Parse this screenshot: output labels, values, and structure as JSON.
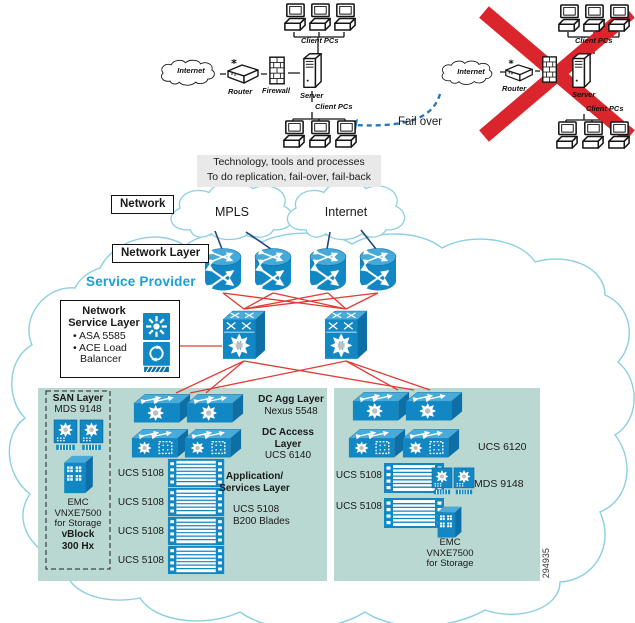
{
  "colors": {
    "cisco_blue": "#1187c3",
    "cisco_blue_light": "#48abd9",
    "cisco_blue_dark": "#0d6fa5",
    "green_panel": "#b9d8d2",
    "red_line": "#e23a34",
    "red_x": "#d9252b",
    "cloud_stroke": "#8ccfe3",
    "dark_blue_line": "#26477e",
    "failover_blue": "#2878b8",
    "teal_text": "#18a0d4",
    "gray_box_bg": "#e9e9e9"
  },
  "sites": {
    "left": {
      "clients_top": "Client PCs",
      "clients_bottom": "Client PCs",
      "internet": "Internet",
      "router": "Router",
      "firewall": "Firewall",
      "server": "Server"
    },
    "right": {
      "clients_top": "Client PCs",
      "clients_bottom": "Client PCs",
      "internet": "Internet",
      "router": "Router",
      "server": "Server"
    }
  },
  "failover_label": "Fail over",
  "process_box": {
    "line1": "Technology, tools and processes",
    "line2": "To do replication, fail-over, fail-back"
  },
  "network_label": "Network",
  "network_layer_label": "Network Layer",
  "wan_clouds": {
    "mpls": "MPLS",
    "internet": "Internet"
  },
  "service_provider_label": "Service Provider",
  "network_service_layer": {
    "title_line1": "Network",
    "title_line2": "Service Layer",
    "bullet1": "• ASA 5585",
    "bullet2": "• ACE Load Balancer"
  },
  "left_dc": {
    "san_title": "SAN Layer",
    "san_model": "MDS 9148",
    "storage_line1": "EMC",
    "storage_line2": "VNXE7500",
    "storage_line3": "for Storage",
    "vblock_line1": "vBlock",
    "vblock_line2": "300 Hx",
    "agg_line1": "DC Agg Layer",
    "agg_line2": "Nexus 5548",
    "access_line1": "DC Access",
    "access_line2": "Layer",
    "access_line3": "UCS 6140",
    "app_line1": "Application/",
    "app_line2": "Services Layer",
    "blades_line1": "UCS 5108",
    "blades_line2": "B200 Blades",
    "chassis_labels": [
      "UCS 5108",
      "UCS 5108",
      "UCS 5108",
      "UCS 5108"
    ]
  },
  "right_dc": {
    "fi_label": "UCS 6120",
    "chassis_labels": [
      "UCS 5108",
      "UCS 5108"
    ],
    "mds_label": "MDS 9148",
    "storage_line1": "EMC",
    "storage_line2": "VNXE7500",
    "storage_line3": "for Storage"
  },
  "figure_number": "294935"
}
